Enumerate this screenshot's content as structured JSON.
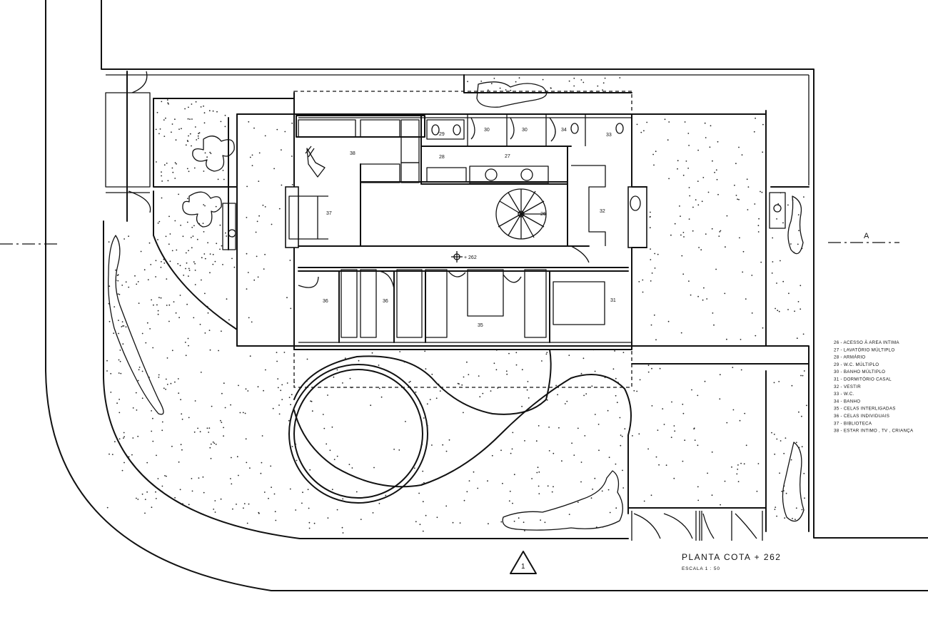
{
  "drawing": {
    "title": "PLANTA  COTA  + 262",
    "scale": "ESCALA   1 : 50",
    "level_mark": "+ 262",
    "section_mark": "A",
    "north_mark": "1"
  },
  "rooms": [
    {
      "num": "26"
    },
    {
      "num": "27"
    },
    {
      "num": "28"
    },
    {
      "num": "29"
    },
    {
      "num": "30"
    },
    {
      "num": "30"
    },
    {
      "num": "34"
    },
    {
      "num": "33"
    },
    {
      "num": "32"
    },
    {
      "num": "31"
    },
    {
      "num": "35"
    },
    {
      "num": "36"
    },
    {
      "num": "36"
    },
    {
      "num": "37"
    },
    {
      "num": "38"
    }
  ],
  "legend": [
    "26 -  ACESSO  À  AREA  INTIMA",
    "27 -  LAVATÓRIO  MÚLTIPLO",
    "28 -  ARMÁRIO",
    "29 -  W.C.  MÚLTIPLO",
    "30 -  BANHO  MÚLTIPLO",
    "31 -  DORMITÓRIO  CASAL",
    "32 -  VESTIR",
    "33 -  W.C.",
    "34 -  BANHO",
    "35 -  CELAS  INTERLIGADAS",
    "36 -  CELAS  INDIVIDUAIS",
    "37 -  BIBLIOTECA",
    "38 -  ESTAR  INTIMO , TV , CRIANÇA"
  ]
}
